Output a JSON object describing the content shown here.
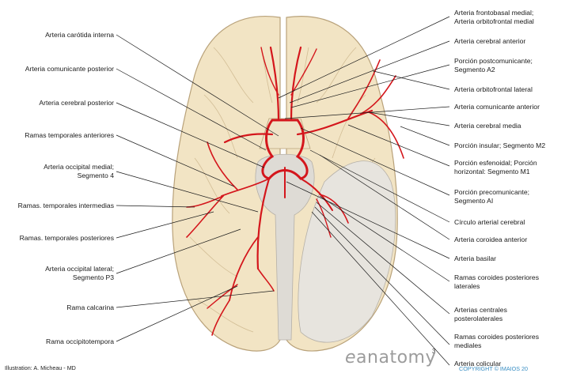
{
  "labels_left": [
    {
      "id": "carotida",
      "lines": [
        "Arteria carótida interna"
      ]
    },
    {
      "id": "comunicante-posterior",
      "lines": [
        "Arteria comunicante posterior"
      ]
    },
    {
      "id": "cerebral-posterior",
      "lines": [
        "Arteria cerebral posterior"
      ]
    },
    {
      "id": "temporales-anteriores",
      "lines": [
        "Ramas temporales anteriores"
      ]
    },
    {
      "id": "occipital-medial",
      "lines": [
        "Arteria occipital medial;",
        "Segmento 4"
      ]
    },
    {
      "id": "temporales-intermedias",
      "lines": [
        "Ramas. temporales intermedias"
      ]
    },
    {
      "id": "temporales-posteriores",
      "lines": [
        "Ramas. temporales posteriores"
      ]
    },
    {
      "id": "occipital-lateral",
      "lines": [
        "Arteria occipital lateral;",
        "Segmento P3"
      ]
    },
    {
      "id": "calcarina",
      "lines": [
        "Rama calcarina"
      ]
    },
    {
      "id": "occipitotemporal",
      "lines": [
        "Rama occipitotempora"
      ]
    }
  ],
  "labels_right": [
    {
      "id": "frontobasal",
      "lines": [
        "Arteria frontobasal medial;",
        "Arteria orbitofrontal medial"
      ]
    },
    {
      "id": "cerebral-anterior",
      "lines": [
        "Arteria cerebral anterior"
      ]
    },
    {
      "id": "postcomunicante",
      "lines": [
        "Porción postcomunicante;",
        "Segmento A2"
      ]
    },
    {
      "id": "orbitofrontal-lateral",
      "lines": [
        "Arteria orbitofrontal lateral"
      ]
    },
    {
      "id": "comunicante-anterior",
      "lines": [
        "Arteria comunicante anterior"
      ]
    },
    {
      "id": "cerebral-media",
      "lines": [
        "Arteria cerebral media"
      ]
    },
    {
      "id": "insular",
      "lines": [
        "Porción insular; Segmento M2"
      ]
    },
    {
      "id": "esfenoidal",
      "lines": [
        "Porción esfenoidal; Porción",
        "horizontal: Segmento M1"
      ]
    },
    {
      "id": "precomunicante",
      "lines": [
        "Porción precomunicante;",
        "Segmento AI"
      ]
    },
    {
      "id": "circulo",
      "lines": [
        "Círculo arterial cerebral"
      ]
    },
    {
      "id": "coroidea-anterior",
      "lines": [
        "Arteria coroidea anterior"
      ]
    },
    {
      "id": "basilar",
      "lines": [
        "Arteria basilar"
      ]
    },
    {
      "id": "coroides-post-lat",
      "lines": [
        "Ramas coroides posteriores",
        "laterales"
      ]
    },
    {
      "id": "centrales-postero",
      "lines": [
        "Arterias centrales",
        "posterolaterales"
      ]
    },
    {
      "id": "coroides-post-med",
      "lines": [
        "Ramas coroides posteriores",
        "mediales"
      ]
    },
    {
      "id": "colicular",
      "lines": [
        "Arteria colicular"
      ]
    }
  ],
  "footer": {
    "credit": "Illustration: A. Micheau - MD",
    "logo": "anatomy",
    "copyright": "COPYRIGHT © IMAIOS 20",
    "marker": "3"
  },
  "colors": {
    "brain": "#f2e4c4",
    "brain_outline": "#b9a27a",
    "artery": "#d4161c",
    "leader": "#1a1a1a",
    "cerebellum": "#e6e6e6",
    "brainstem": "#dedbd5"
  }
}
